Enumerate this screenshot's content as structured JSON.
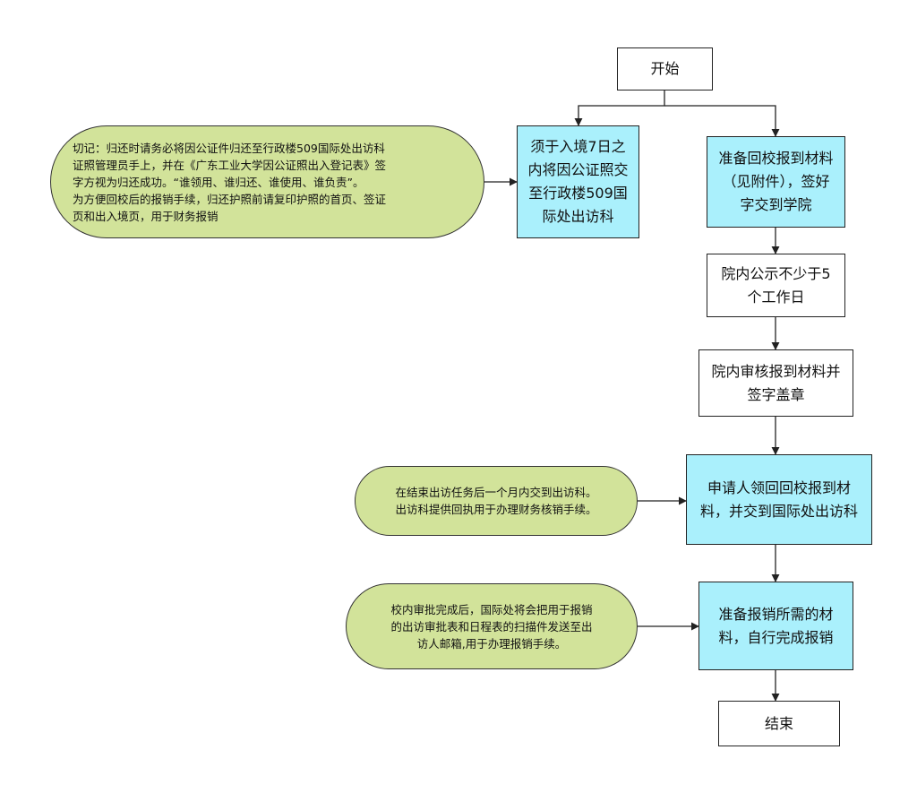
{
  "colors": {
    "process_fill": "#aaf0fc",
    "plain_fill": "#ffffff",
    "note_fill": "#d2e39a",
    "line": "#222222"
  },
  "nodes": {
    "start": "开始",
    "submit_passport": "须于入境7日之\n内将因公证照交\n至行政楼509国\n际处出访科",
    "prepare_materials": "准备回校报到材料\n（见附件），签好\n字交到学院",
    "publicity": "院内公示不少于5\n个工作日",
    "review_sign": "院内审核报到材料并\n签字盖章",
    "collect_receipt": "申请人领回回校报到材\n料，并交到国际处出访科",
    "prepare_reimburse": "准备报销所需的材\n料，自行完成报销",
    "end": "结束"
  },
  "notes": {
    "passport_note": "切记：归还时请务必将因公证件归还至行政楼509国际处出访科\n证照管理员手上，并在《广东工业大学因公证照出入登记表》签\n字方视为归还成功。“谁领用、谁归还、谁使用、谁负责”。\n为方便回校后的报销手续，归还护照前请复印护照的首页、签证\n页和出入境页，用于财务报销",
    "receipt_note": "在结束出访任务后一个月内交到出访科。\n出访科提供回执用于办理财务核销手续。",
    "email_note": "校内审批完成后，国际处将会把用于报销\n的出访审批表和日程表的扫描件发送至出\n访人邮箱,用于办理报销手续。"
  }
}
